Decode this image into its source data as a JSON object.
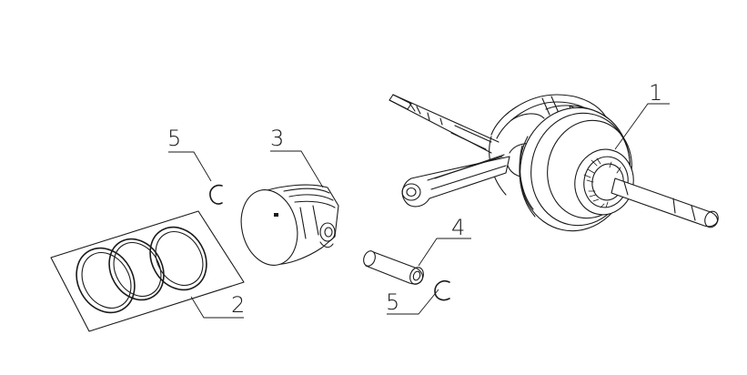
{
  "callouts": {
    "crankshaft": "1",
    "piston_rings": "2",
    "piston": "3",
    "piston_pin": "4",
    "circlip_left": "5",
    "circlip_right": "5"
  }
}
